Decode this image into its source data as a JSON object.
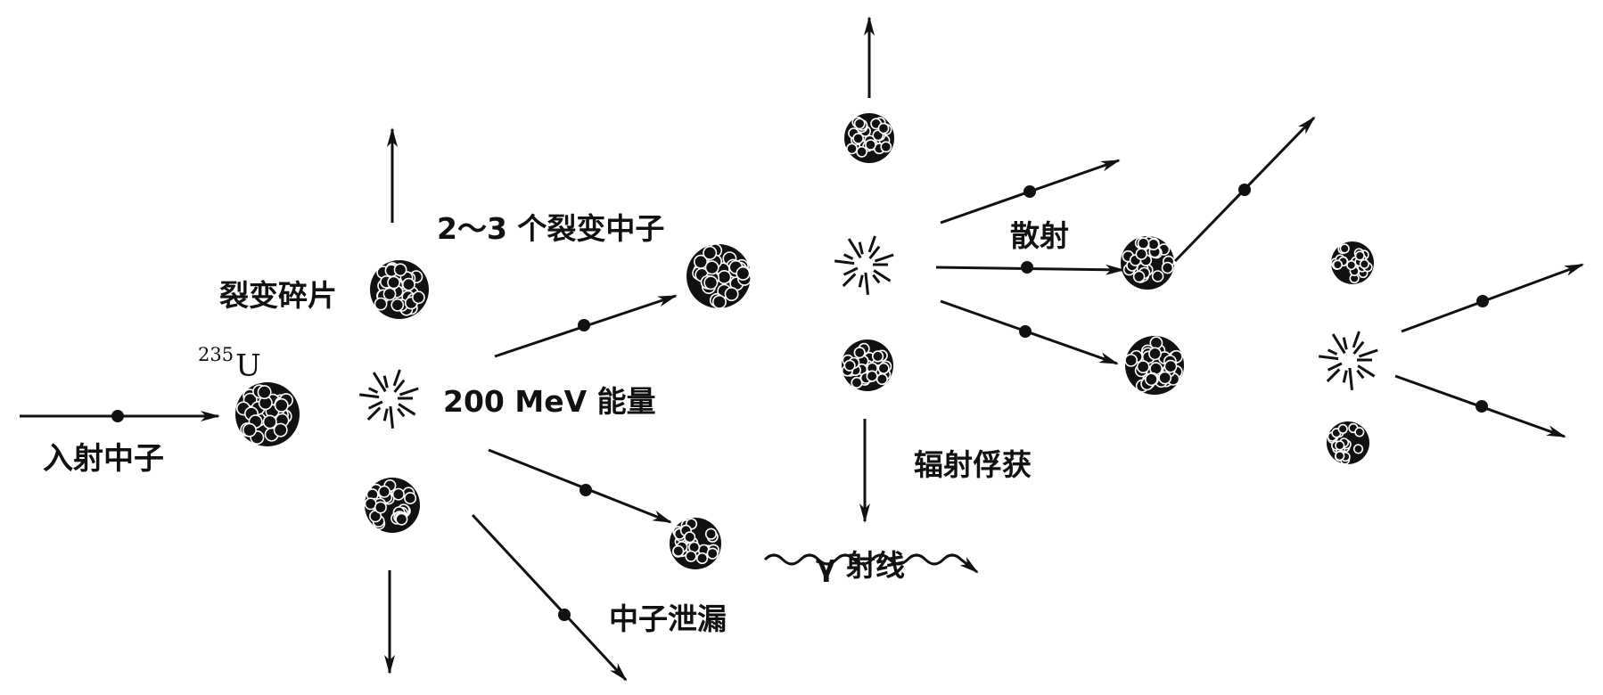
{
  "labels": {
    "incident_neutron": "入射中子",
    "u235_mass": "235",
    "u235_symbol": "U",
    "fission_fragments": "裂变碎片",
    "fission_neutrons": "2～3 个裂变中子",
    "energy": "200 MeV 能量",
    "neutron_leakage": "中子泄漏",
    "scattering": "散射",
    "radiative_capture": "辐射俘获",
    "gamma_ray": "γ 射线"
  },
  "colors": {
    "ink": "#111111",
    "background": "#ffffff"
  },
  "icons": [
    "nucleus-cluster-icon",
    "burst-icon",
    "arrow-icon",
    "wavy-gamma-icon"
  ]
}
